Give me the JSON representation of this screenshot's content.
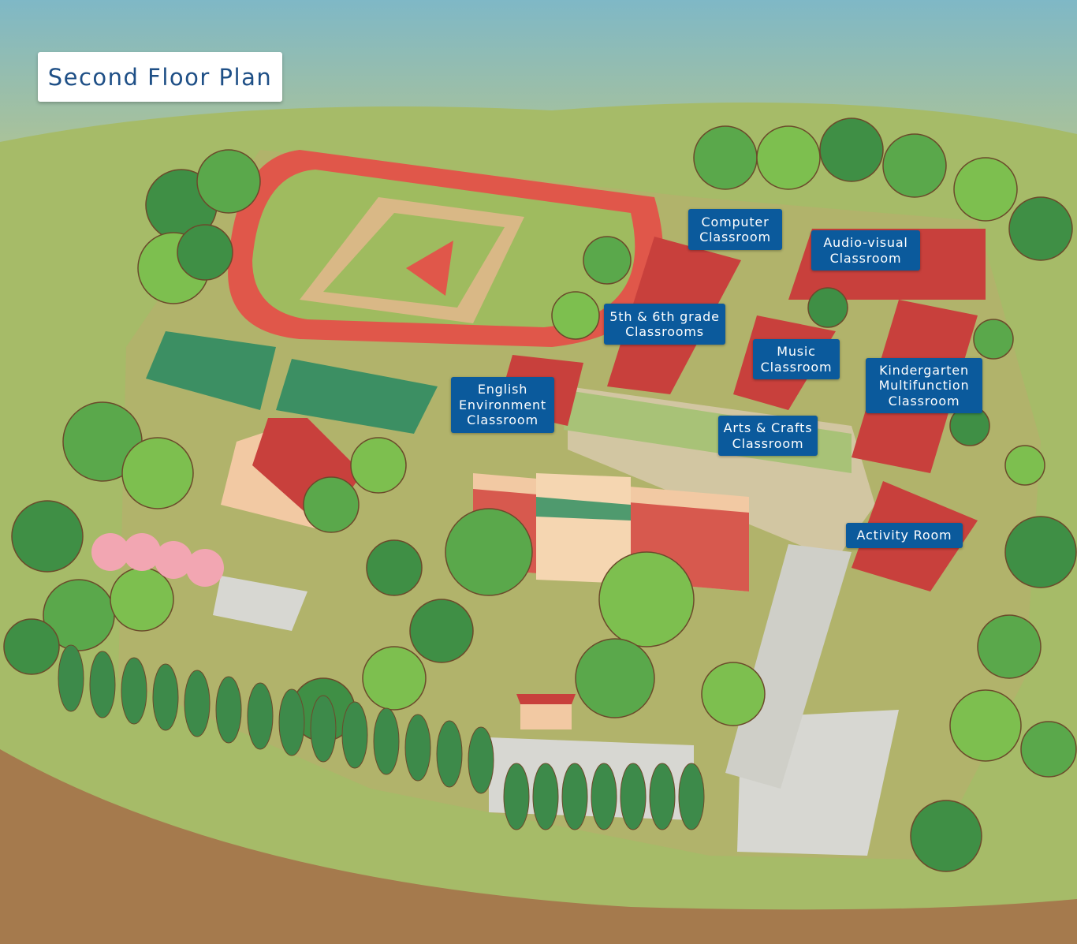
{
  "title": "Second Floor Plan",
  "colors": {
    "label_bg": "#0b5a9c",
    "title_text": "#1e4f86",
    "roof": "#c8403c",
    "track": "#e0574a",
    "grass": "#a9bd6c"
  },
  "rooms": [
    {
      "id": "computer",
      "label": "Computer\nClassroom"
    },
    {
      "id": "audio-visual",
      "label": "Audio-visual\nClassroom"
    },
    {
      "id": "grade-5-6",
      "label": "5th & 6th grade\nClassrooms"
    },
    {
      "id": "music",
      "label": "Music\nClassroom"
    },
    {
      "id": "kindergarten",
      "label": "Kindergarten\nMultifunction\nClassroom"
    },
    {
      "id": "english",
      "label": "English\nEnvironment\nClassroom"
    },
    {
      "id": "arts-crafts",
      "label": "Arts & Crafts\nClassroom"
    },
    {
      "id": "activity",
      "label": "Activity Room"
    }
  ]
}
